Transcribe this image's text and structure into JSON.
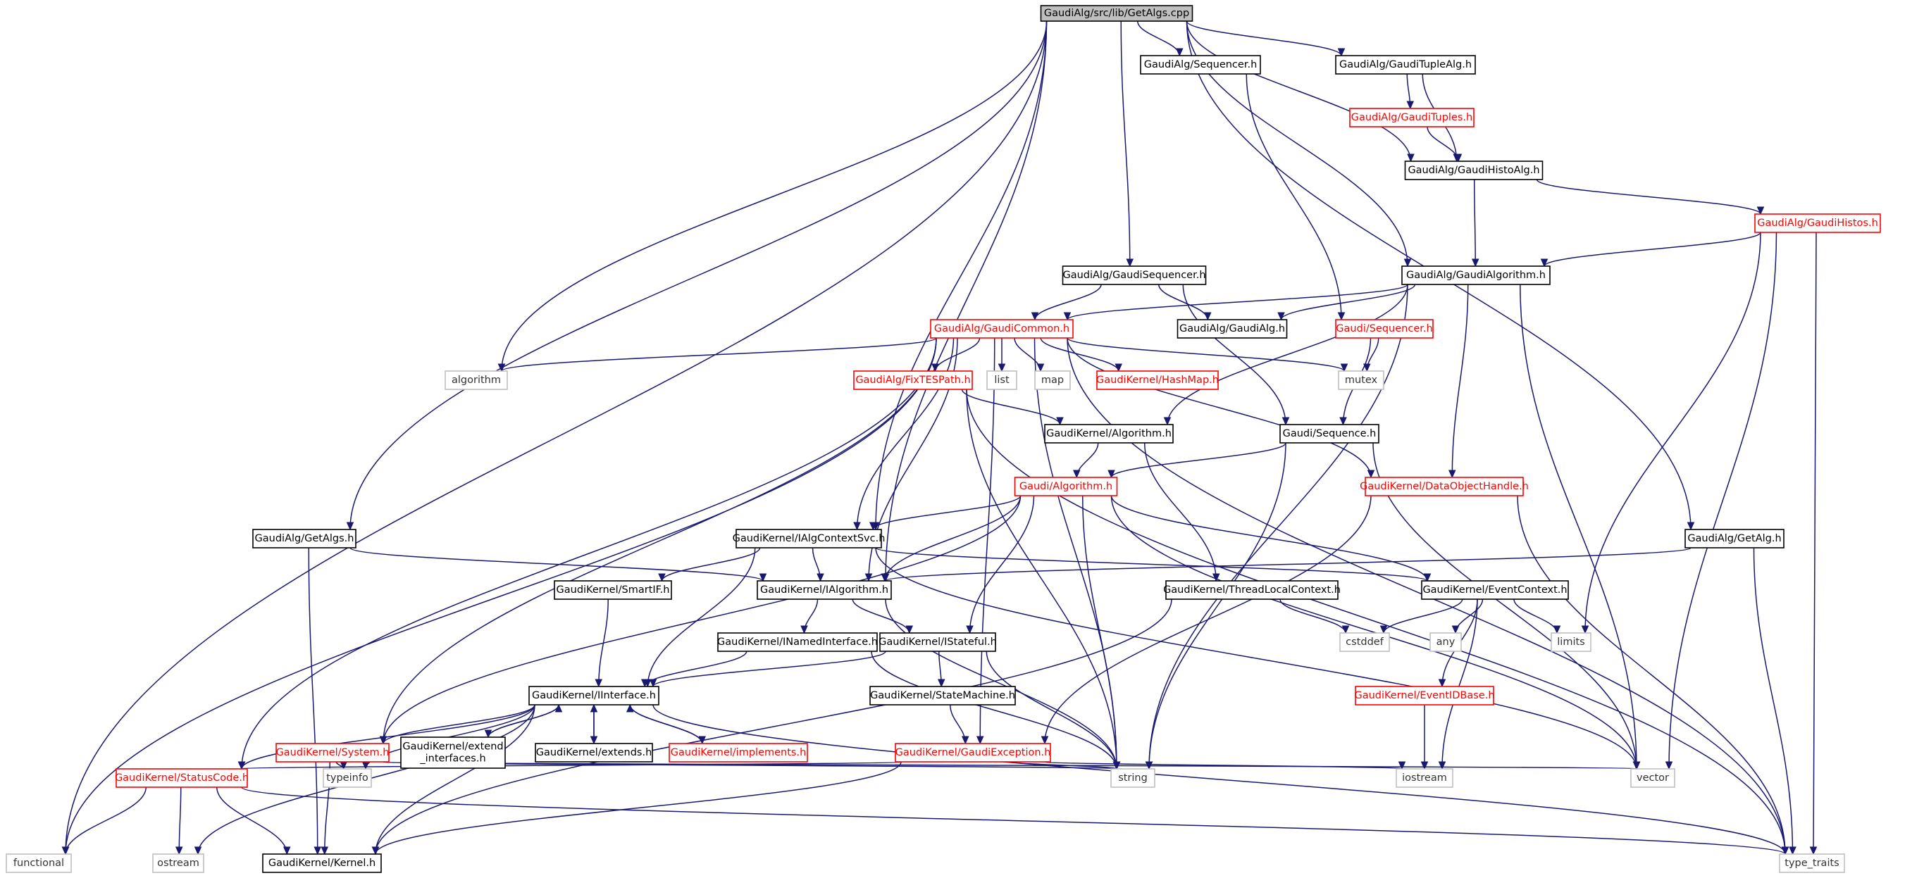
{
  "title": "GaudiAlg/src/lib/GetAlgs.cpp",
  "colors": {
    "edge": "#191970",
    "root_fill": "#bfbfbf",
    "normal_border": "#000000",
    "truncated_border": "#ff0000",
    "system_border": "#bfbfbf",
    "truncated_text": "#ff0000",
    "system_text": "#333333"
  },
  "nodes": {
    "root": {
      "label": "GaudiAlg/src/lib/GetAlgs.cpp",
      "kind": "root"
    },
    "sequencer_h": {
      "label": "GaudiAlg/Sequencer.h",
      "kind": "normal"
    },
    "gaudituplealg": {
      "label": "GaudiAlg/GaudiTupleAlg.h",
      "kind": "normal"
    },
    "gaudituples": {
      "label": "GaudiAlg/GaudiTuples.h",
      "kind": "truncated"
    },
    "gaudihistoalg": {
      "label": "GaudiAlg/GaudiHistoAlg.h",
      "kind": "normal"
    },
    "gaudihistos": {
      "label": "GaudiAlg/GaudiHistos.h",
      "kind": "truncated"
    },
    "gaudisequencer": {
      "label": "GaudiAlg/GaudiSequencer.h",
      "kind": "normal"
    },
    "gaudialgorithm": {
      "label": "GaudiAlg/GaudiAlgorithm.h",
      "kind": "normal"
    },
    "gaudicommon": {
      "label": "GaudiAlg/GaudiCommon.h",
      "kind": "truncated"
    },
    "gaudialg": {
      "label": "GaudiAlg/GaudiAlg.h",
      "kind": "normal"
    },
    "gaudi_sequencer": {
      "label": "Gaudi/Sequencer.h",
      "kind": "truncated"
    },
    "algorithm_std": {
      "label": "algorithm",
      "kind": "system"
    },
    "list": {
      "label": "list",
      "kind": "system"
    },
    "map": {
      "label": "map",
      "kind": "system"
    },
    "hashmap": {
      "label": "GaudiKernel/HashMap.h",
      "kind": "truncated"
    },
    "mutex": {
      "label": "mutex",
      "kind": "system"
    },
    "fixtespath": {
      "label": "GaudiAlg/FixTESPath.h",
      "kind": "truncated"
    },
    "gk_algorithm": {
      "label": "GaudiKernel/Algorithm.h",
      "kind": "normal"
    },
    "gaudi_sequence": {
      "label": "Gaudi/Sequence.h",
      "kind": "normal"
    },
    "gaudi_algorithm": {
      "label": "Gaudi/Algorithm.h",
      "kind": "truncated"
    },
    "dataobjecthandle": {
      "label": "GaudiKernel/DataObjectHandle.h",
      "kind": "truncated"
    },
    "getalgs_h": {
      "label": "GaudiAlg/GetAlgs.h",
      "kind": "normal"
    },
    "ialgcontextsvc": {
      "label": "GaudiKernel/IAlgContextSvc.h",
      "kind": "normal"
    },
    "getalg_h": {
      "label": "GaudiAlg/GetAlg.h",
      "kind": "normal"
    },
    "smartif": {
      "label": "GaudiKernel/SmartIF.h",
      "kind": "normal"
    },
    "ialgorithm": {
      "label": "GaudiKernel/IAlgorithm.h",
      "kind": "normal"
    },
    "threadlocalcontext": {
      "label": "GaudiKernel/ThreadLocalContext.h",
      "kind": "normal"
    },
    "eventcontext": {
      "label": "GaudiKernel/EventContext.h",
      "kind": "normal"
    },
    "cstddef": {
      "label": "cstddef",
      "kind": "system"
    },
    "any": {
      "label": "any",
      "kind": "system"
    },
    "limits": {
      "label": "limits",
      "kind": "system"
    },
    "inamedinterface": {
      "label": "GaudiKernel/INamedInterface.h",
      "kind": "normal"
    },
    "istateful": {
      "label": "GaudiKernel/IStateful.h",
      "kind": "normal"
    },
    "iinterface": {
      "label": "GaudiKernel/IInterface.h",
      "kind": "normal"
    },
    "statemachine": {
      "label": "GaudiKernel/StateMachine.h",
      "kind": "normal"
    },
    "eventidbase": {
      "label": "GaudiKernel/EventIDBase.h",
      "kind": "truncated"
    },
    "system_h": {
      "label": "GaudiKernel/System.h",
      "kind": "truncated"
    },
    "extend_interfaces": {
      "label": "GaudiKernel/extend\n_interfaces.h",
      "kind": "normal"
    },
    "extends": {
      "label": "GaudiKernel/extends.h",
      "kind": "normal"
    },
    "implements": {
      "label": "GaudiKernel/implements.h",
      "kind": "truncated"
    },
    "gaudiexception": {
      "label": "GaudiKernel/GaudiException.h",
      "kind": "truncated"
    },
    "statuscode": {
      "label": "GaudiKernel/StatusCode.h",
      "kind": "truncated"
    },
    "typeinfo": {
      "label": "typeinfo",
      "kind": "system"
    },
    "string": {
      "label": "string",
      "kind": "system"
    },
    "iostream": {
      "label": "iostream",
      "kind": "system"
    },
    "vector": {
      "label": "vector",
      "kind": "system"
    },
    "functional": {
      "label": "functional",
      "kind": "system"
    },
    "ostream": {
      "label": "ostream",
      "kind": "system"
    },
    "kernel": {
      "label": "GaudiKernel/Kernel.h",
      "kind": "normal"
    },
    "type_traits": {
      "label": "type_traits",
      "kind": "system"
    }
  },
  "edges": [
    [
      "root",
      "sequencer_h"
    ],
    [
      "root",
      "gaudituplealg"
    ],
    [
      "root",
      "gaudihistoalg"
    ],
    [
      "root",
      "gaudialgorithm"
    ],
    [
      "root",
      "gaudisequencer"
    ],
    [
      "root",
      "getalg_h"
    ],
    [
      "root",
      "getalgs_h"
    ],
    [
      "root",
      "algorithm_std"
    ],
    [
      "root",
      "ialgcontextsvc"
    ],
    [
      "root",
      "ialgorithm"
    ],
    [
      "root",
      "functional"
    ],
    [
      "sequencer_h",
      "gaudi_sequencer"
    ],
    [
      "gaudituplealg",
      "gaudituples"
    ],
    [
      "gaudituplealg",
      "gaudihistoalg"
    ],
    [
      "gaudituples",
      "gaudihistoalg"
    ],
    [
      "gaudihistoalg",
      "gaudialgorithm"
    ],
    [
      "gaudihistoalg",
      "gaudihistos"
    ],
    [
      "gaudihistos",
      "gaudialgorithm"
    ],
    [
      "gaudihistos",
      "limits"
    ],
    [
      "gaudihistos",
      "vector"
    ],
    [
      "gaudihistos",
      "type_traits"
    ],
    [
      "gaudisequencer",
      "gaudicommon"
    ],
    [
      "gaudisequencer",
      "gaudialg"
    ],
    [
      "gaudisequencer",
      "gaudi_sequence"
    ],
    [
      "gaudialgorithm",
      "gaudicommon"
    ],
    [
      "gaudialgorithm",
      "gaudialg"
    ],
    [
      "gaudialgorithm",
      "gk_algorithm"
    ],
    [
      "gaudialgorithm",
      "dataobjecthandle"
    ],
    [
      "gaudialgorithm",
      "string"
    ],
    [
      "gaudialgorithm",
      "vector"
    ],
    [
      "gaudicommon",
      "algorithm_std"
    ],
    [
      "gaudicommon",
      "list"
    ],
    [
      "gaudicommon",
      "map"
    ],
    [
      "gaudicommon",
      "hashmap"
    ],
    [
      "gaudicommon",
      "mutex"
    ],
    [
      "gaudicommon",
      "fixtespath"
    ],
    [
      "gaudicommon",
      "ialgcontextsvc"
    ],
    [
      "gaudicommon",
      "ialgorithm"
    ],
    [
      "gaudicommon",
      "functional"
    ],
    [
      "gaudicommon",
      "system_h"
    ],
    [
      "gaudicommon",
      "statuscode"
    ],
    [
      "gaudicommon",
      "gaudiexception"
    ],
    [
      "gaudicommon",
      "string"
    ],
    [
      "gaudicommon",
      "dataobjecthandle"
    ],
    [
      "gaudicommon",
      "type_traits"
    ],
    [
      "gaudi_sequencer",
      "mutex"
    ],
    [
      "gaudi_sequencer",
      "gaudi_sequence"
    ],
    [
      "fixtespath",
      "gk_algorithm"
    ],
    [
      "fixtespath",
      "string"
    ],
    [
      "fixtespath",
      "type_traits"
    ],
    [
      "gk_algorithm",
      "gaudi_algorithm"
    ],
    [
      "gk_algorithm",
      "threadlocalcontext"
    ],
    [
      "gaudi_sequence",
      "gaudi_algorithm"
    ],
    [
      "gaudi_sequence",
      "string"
    ],
    [
      "gaudi_sequence",
      "vector"
    ],
    [
      "gaudi_algorithm",
      "ialgcontextsvc"
    ],
    [
      "gaudi_algorithm",
      "ialgorithm"
    ],
    [
      "gaudi_algorithm",
      "eventcontext"
    ],
    [
      "gaudi_algorithm",
      "istateful"
    ],
    [
      "gaudi_algorithm",
      "system_h"
    ],
    [
      "gaudi_algorithm",
      "string"
    ],
    [
      "gaudi_algorithm",
      "vector"
    ],
    [
      "dataobjecthandle",
      "gaudiexception"
    ],
    [
      "dataobjecthandle",
      "type_traits"
    ],
    [
      "getalgs_h",
      "ialgorithm"
    ],
    [
      "getalgs_h",
      "kernel"
    ],
    [
      "getalg_h",
      "ialgorithm"
    ],
    [
      "getalg_h",
      "type_traits"
    ],
    [
      "ialgcontextsvc",
      "smartif"
    ],
    [
      "ialgcontextsvc",
      "ialgorithm"
    ],
    [
      "ialgcontextsvc",
      "eventcontext"
    ],
    [
      "ialgcontextsvc",
      "iinterface"
    ],
    [
      "ialgcontextsvc",
      "vector"
    ],
    [
      "smartif",
      "iinterface"
    ],
    [
      "ialgorithm",
      "inamedinterface"
    ],
    [
      "ialgorithm",
      "istateful"
    ],
    [
      "ialgorithm",
      "string"
    ],
    [
      "threadlocalcontext",
      "cstddef"
    ],
    [
      "threadlocalcontext",
      "kernel"
    ],
    [
      "eventcontext",
      "cstddef"
    ],
    [
      "eventcontext",
      "any"
    ],
    [
      "eventcontext",
      "limits"
    ],
    [
      "eventcontext",
      "eventidbase"
    ],
    [
      "eventcontext",
      "iostream"
    ],
    [
      "inamedinterface",
      "iinterface"
    ],
    [
      "inamedinterface",
      "string"
    ],
    [
      "istateful",
      "iinterface"
    ],
    [
      "istateful",
      "statemachine"
    ],
    [
      "istateful",
      "string"
    ],
    [
      "statemachine",
      "gaudiexception"
    ],
    [
      "eventidbase",
      "iostream"
    ],
    [
      "iinterface",
      "system_h"
    ],
    [
      "iinterface",
      "extend_interfaces"
    ],
    [
      "iinterface",
      "extends"
    ],
    [
      "iinterface",
      "implements"
    ],
    [
      "iinterface",
      "statuscode"
    ],
    [
      "iinterface",
      "typeinfo"
    ],
    [
      "iinterface",
      "ostream"
    ],
    [
      "iinterface",
      "kernel"
    ],
    [
      "iinterface",
      "type_traits"
    ],
    [
      "extend_interfaces",
      "iinterface"
    ],
    [
      "extends",
      "iinterface"
    ],
    [
      "implements",
      "iinterface"
    ],
    [
      "system_h",
      "kernel"
    ],
    [
      "system_h",
      "typeinfo"
    ],
    [
      "system_h",
      "string"
    ],
    [
      "system_h",
      "vector"
    ],
    [
      "gaudiexception",
      "statuscode"
    ],
    [
      "gaudiexception",
      "kernel"
    ],
    [
      "gaudiexception",
      "string"
    ],
    [
      "gaudiexception",
      "iostream"
    ],
    [
      "statuscode",
      "functional"
    ],
    [
      "statuscode",
      "ostream"
    ],
    [
      "statuscode",
      "kernel"
    ],
    [
      "statuscode",
      "type_traits"
    ]
  ]
}
